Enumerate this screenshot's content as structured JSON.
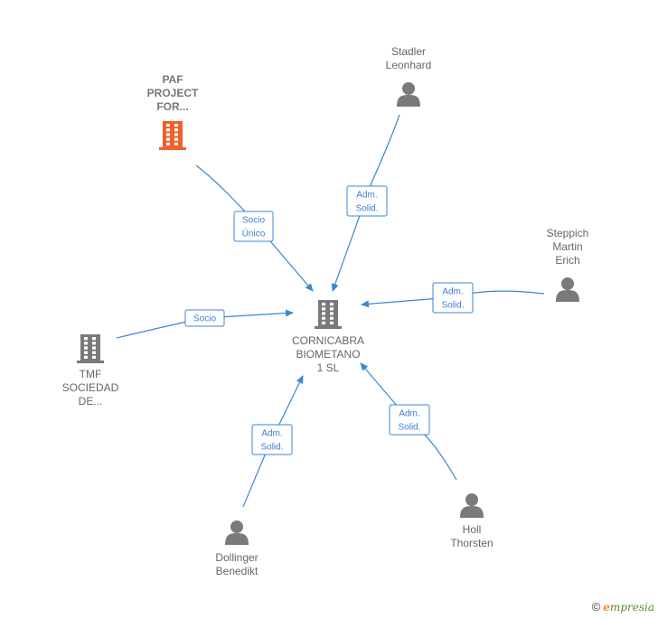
{
  "colors": {
    "edge": "#3b86d6",
    "company_main": "#7a7a7a",
    "company_highlight": "#f0602c",
    "person": "#7a7a7a"
  },
  "center": {
    "label_lines": [
      "CORNICABRA",
      "BIOMETANO",
      "1 SL"
    ],
    "icon": "building-icon"
  },
  "nodes": [
    {
      "id": "paf",
      "type": "company-highlight",
      "icon": "building-icon",
      "label_lines": [
        "PAF",
        "PROJECT",
        "FOR..."
      ]
    },
    {
      "id": "stadler",
      "type": "person",
      "icon": "person-icon",
      "label_lines": [
        "Stadler",
        "Leonhard"
      ]
    },
    {
      "id": "steppich",
      "type": "person",
      "icon": "person-icon",
      "label_lines": [
        "Steppich",
        "Martin",
        "Erich"
      ]
    },
    {
      "id": "tmf",
      "type": "company",
      "icon": "building-icon",
      "label_lines": [
        "TMF",
        "SOCIEDAD",
        "DE..."
      ]
    },
    {
      "id": "dollinger",
      "type": "person",
      "icon": "person-icon",
      "label_lines": [
        "Dollinger",
        "Benedikt"
      ]
    },
    {
      "id": "holl",
      "type": "person",
      "icon": "person-icon",
      "label_lines": [
        "Holl",
        "Thorsten"
      ]
    }
  ],
  "edges": [
    {
      "from": "paf",
      "label_lines": [
        "Socio",
        "Único"
      ]
    },
    {
      "from": "stadler",
      "label_lines": [
        "Adm.",
        "Solid."
      ]
    },
    {
      "from": "steppich",
      "label_lines": [
        "Adm.",
        "Solid."
      ]
    },
    {
      "from": "tmf",
      "label_lines": [
        "Socio"
      ]
    },
    {
      "from": "dollinger",
      "label_lines": [
        "Adm.",
        "Solid."
      ]
    },
    {
      "from": "holl",
      "label_lines": [
        "Adm.",
        "Solid."
      ]
    }
  ],
  "footer": {
    "copyright": "©",
    "brand_initial": "e",
    "brand_rest": "mpresia"
  }
}
